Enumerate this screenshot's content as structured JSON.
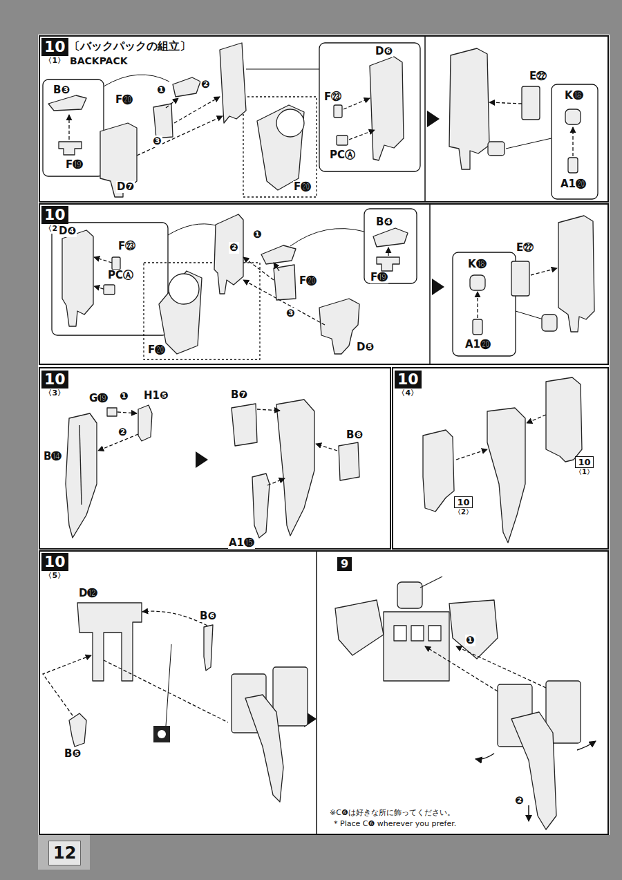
{
  "diagram": {
    "title": "〔バックパックの組立〕",
    "nodes": [
      {
        "text": [
          "10",
          "〈1〉"
        ]
      },
      {
        "text": [
          "10",
          "〈2〉"
        ]
      },
      {
        "text": [
          "10",
          "〈3〉"
        ]
      },
      {
        "text": [
          "10",
          "〈4〉"
        ]
      },
      {
        "text": [
          "10",
          "〈5〉"
        ]
      },
      {
        "text": [
          "10",
          "〈1〉"
        ]
      },
      {
        "text": [
          "10",
          "〈2〉"
        ]
      },
      {
        "text": [
          "9"
        ]
      },
      {
        "text": [
          "12"
        ]
      }
    ],
    "labels": [
      "BACKPACK",
      "B❸",
      "F⓳",
      "F⓴",
      "❶",
      "❷",
      "❸",
      "D❼",
      "F⓴",
      "D❻",
      "F㉓",
      "PCⒶ",
      "E㉒",
      "K⓲",
      "A1⓴",
      "D❹",
      "F㉓",
      "PCⒶ",
      "❷",
      "❶",
      "F⓴",
      "B❹",
      "F⓳",
      "❸",
      "D❺",
      "F⓴",
      "K⓲",
      "A1⓴",
      "E㉒",
      "G⓳",
      "❶",
      "H1❺",
      "❷",
      "B⓮",
      "B❼",
      "B❽",
      "A1⓯",
      "D⓬",
      "B❻",
      "B❺",
      "❶",
      "❷",
      "※C❻は好きな所に飾ってください。",
      "* Place C❻ wherever you prefer."
    ]
  }
}
